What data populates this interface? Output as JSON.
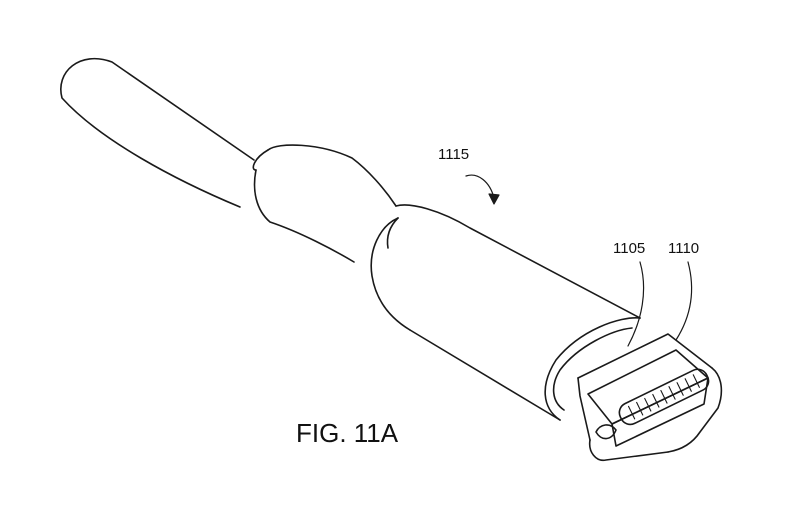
{
  "figure": {
    "caption": "FIG. 11A",
    "ink_color": "#1a1a1a",
    "background": "#ffffff",
    "reference_labels": {
      "cable_assembly": "1115",
      "insulator": "1105",
      "contact_plate": "1110"
    }
  }
}
